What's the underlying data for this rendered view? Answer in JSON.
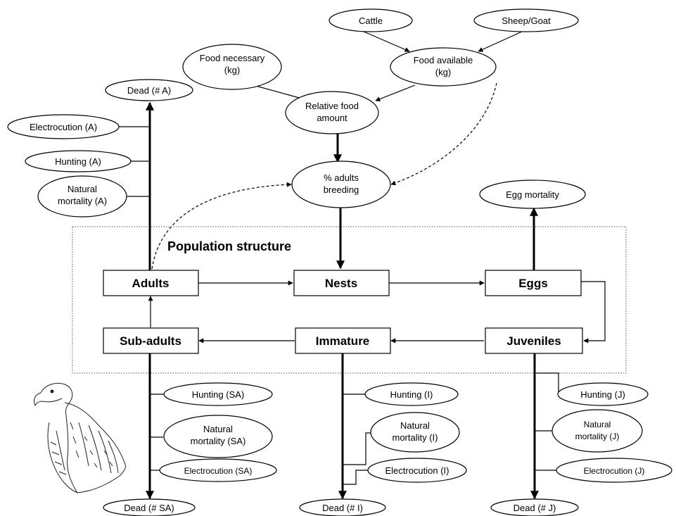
{
  "title": "Population structure",
  "stages": {
    "adults": "Adults",
    "nests": "Nests",
    "eggs": "Eggs",
    "juveniles": "Juveniles",
    "immature": "Immature",
    "subadults": "Sub-adults"
  },
  "food": {
    "cattle": "Cattle",
    "sheep_goat": "Sheep/Goat",
    "food_available": [
      "Food available",
      "(kg)"
    ],
    "food_necessary": [
      "Food necessary",
      "(kg)"
    ],
    "relative_food": [
      "Relative food",
      "amount"
    ],
    "adults_breeding": [
      "% adults",
      "breeding"
    ]
  },
  "adults_mortality": {
    "dead": "Dead (# A)",
    "electrocution": "Electrocution (A)",
    "hunting": "Hunting (A)",
    "natural": [
      "Natural",
      "mortality (A)"
    ]
  },
  "egg_mortality": "Egg mortality",
  "subadult_mortality": {
    "hunting": "Hunting (SA)",
    "natural": [
      "Natural",
      "mortality (SA)"
    ],
    "electrocution": "Electrocution (SA)",
    "dead": "Dead (# SA)"
  },
  "immature_mortality": {
    "hunting": "Hunting (I)",
    "natural": [
      "Natural",
      "mortality (I)"
    ],
    "electrocution": "Electrocution (I)",
    "dead": "Dead (# I)"
  },
  "juvenile_mortality": {
    "hunting": "Hunting (J)",
    "natural": [
      "Natural",
      "mortality (J)"
    ],
    "electrocution": "Electrocution (J)",
    "dead": "Dead (# J)"
  },
  "illustration": "vulture-sketch"
}
